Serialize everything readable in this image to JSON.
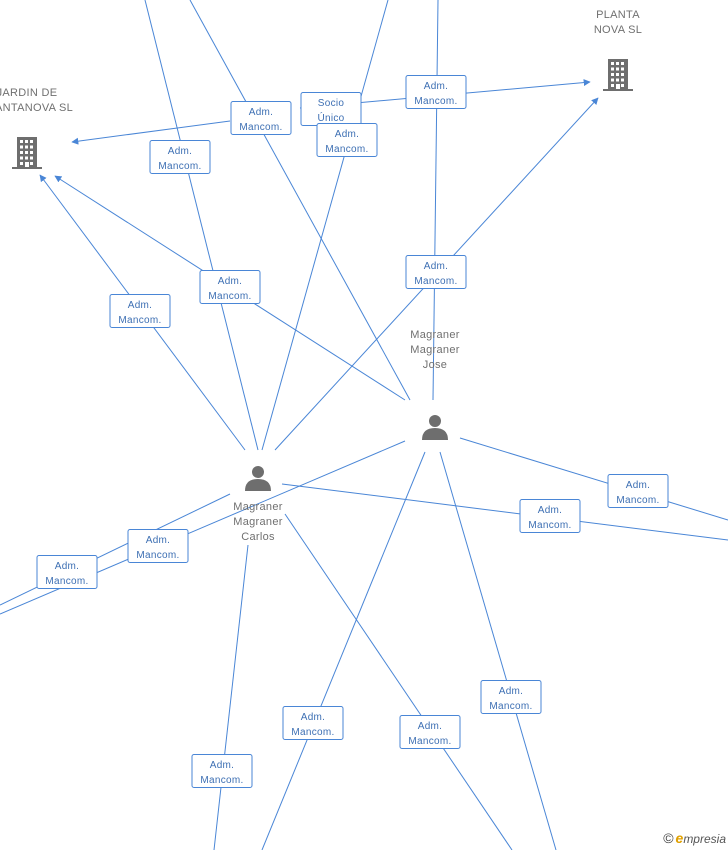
{
  "nodes": [
    {
      "id": "carlos",
      "kind": "person",
      "lines": [
        "Magraner",
        "Magraner",
        "Carlos"
      ]
    },
    {
      "id": "jose",
      "kind": "person",
      "lines": [
        "Magraner",
        "Magraner",
        "Jose"
      ]
    },
    {
      "id": "planta",
      "kind": "company",
      "lines": [
        "PLANTA",
        "NOVA SL"
      ]
    },
    {
      "id": "jardin",
      "kind": "company",
      "lines": [
        "JARDIN DE",
        "PLANTANOVA SL"
      ]
    }
  ],
  "relations": [
    {
      "id": "r1",
      "lines": [
        "Adm.",
        "Mancom."
      ]
    },
    {
      "id": "r2",
      "lines": [
        "Adm.",
        "Mancom."
      ]
    },
    {
      "id": "r3",
      "lines": [
        "Socio",
        "Único"
      ]
    },
    {
      "id": "r4",
      "lines": [
        "Adm.",
        "Mancom."
      ]
    },
    {
      "id": "r5",
      "lines": [
        "Adm.",
        "Mancom."
      ]
    },
    {
      "id": "r6",
      "lines": [
        "Adm.",
        "Mancom."
      ]
    },
    {
      "id": "r7",
      "lines": [
        "Adm.",
        "Mancom."
      ]
    },
    {
      "id": "r8",
      "lines": [
        "Adm.",
        "Mancom."
      ]
    },
    {
      "id": "r9",
      "lines": [
        "Adm.",
        "Mancom."
      ]
    },
    {
      "id": "r10",
      "lines": [
        "Adm.",
        "Mancom."
      ]
    },
    {
      "id": "r11",
      "lines": [
        "Adm.",
        "Mancom."
      ]
    },
    {
      "id": "r12",
      "lines": [
        "Adm.",
        "Mancom."
      ]
    },
    {
      "id": "r13",
      "lines": [
        "Adm.",
        "Mancom."
      ]
    },
    {
      "id": "r14",
      "lines": [
        "Adm.",
        "Mancom."
      ]
    },
    {
      "id": "r15",
      "lines": [
        "Adm.",
        "Mancom."
      ]
    },
    {
      "id": "r16",
      "lines": [
        "Adm.",
        "Mancom."
      ]
    },
    {
      "id": "r17",
      "lines": [
        "Adm.",
        "Mancom."
      ]
    }
  ],
  "watermark": {
    "symbol": "©",
    "brand_initial": "e",
    "brand_rest": "mpresia"
  },
  "colors": {
    "edge": "#4a86d6",
    "label_text": "#3d6fb3",
    "node_icon": "#6e6e6e"
  }
}
